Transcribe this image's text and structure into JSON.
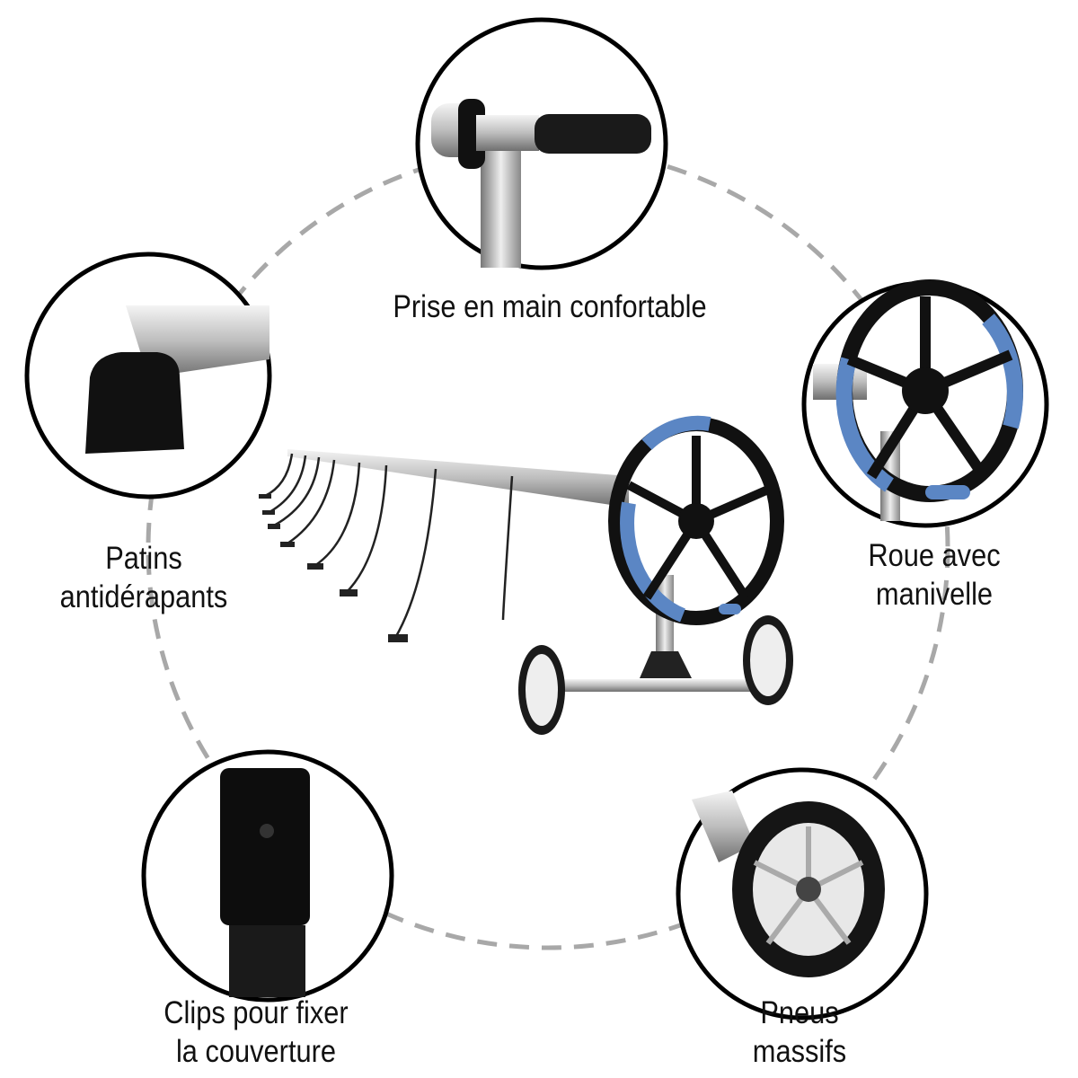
{
  "features": {
    "top": {
      "line1": "Prise en main confortable",
      "icon": "crank-handle"
    },
    "left": {
      "line1": "Patins",
      "line2": "antidérapants",
      "icon": "non-slip-pad"
    },
    "right": {
      "line1": "Roue avec",
      "line2": "manivelle",
      "icon": "crank-wheel"
    },
    "bottom_left": {
      "line1": "Clips pour fixer",
      "line2": "la couverture",
      "icon": "cover-clip"
    },
    "bottom_right": {
      "line1": "Pneus",
      "line2": "massifs",
      "icon": "solid-tire"
    }
  },
  "colors": {
    "accent_blue": "#5b86c4",
    "frame": "#111111",
    "dash": "#a8a8a8"
  }
}
